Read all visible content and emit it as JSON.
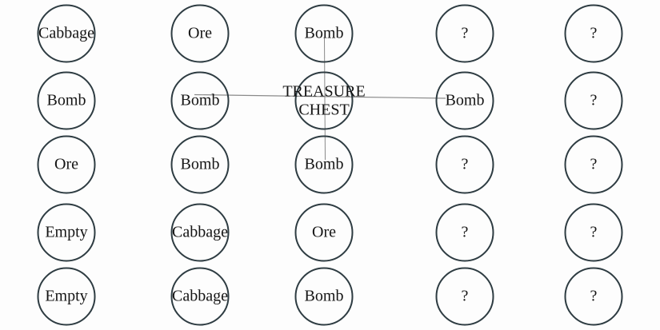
{
  "grid": {
    "rows": 5,
    "cols": 5,
    "cells": [
      {
        "id": "r1c1",
        "label": "Cabbage"
      },
      {
        "id": "r1c2",
        "label": "Ore"
      },
      {
        "id": "r1c3",
        "label": "Bomb"
      },
      {
        "id": "r1c4",
        "label": "?"
      },
      {
        "id": "r1c5",
        "label": "?"
      },
      {
        "id": "r2c1",
        "label": "Bomb"
      },
      {
        "id": "r2c2",
        "label": "Bomb"
      },
      {
        "id": "r2c3",
        "label": "TREASURE\nCHEST"
      },
      {
        "id": "r2c4",
        "label": "Bomb"
      },
      {
        "id": "r2c5",
        "label": "?"
      },
      {
        "id": "r3c1",
        "label": "Ore"
      },
      {
        "id": "r3c2",
        "label": "Bomb"
      },
      {
        "id": "r3c3",
        "label": "Bomb"
      },
      {
        "id": "r3c4",
        "label": "?"
      },
      {
        "id": "r3c5",
        "label": "?"
      },
      {
        "id": "r4c1",
        "label": "Empty"
      },
      {
        "id": "r4c2",
        "label": "Cabbage"
      },
      {
        "id": "r4c3",
        "label": "Ore"
      },
      {
        "id": "r4c4",
        "label": "?"
      },
      {
        "id": "r4c5",
        "label": "?"
      },
      {
        "id": "r5c1",
        "label": "Empty"
      },
      {
        "id": "r5c2",
        "label": "Cabbage"
      },
      {
        "id": "r5c3",
        "label": "Bomb"
      },
      {
        "id": "r5c4",
        "label": "?"
      },
      {
        "id": "r5c5",
        "label": "?"
      }
    ]
  },
  "connections": {
    "horizontal": {
      "from": "r2c2",
      "to": "r2c4"
    },
    "vertical": {
      "from": "r1c3",
      "to": "r3c3"
    }
  },
  "colors": {
    "circle_border": "#2e3c42",
    "connector_line": "#8a8a8a",
    "label_text": "#141414",
    "background": "#fdfdfd"
  }
}
